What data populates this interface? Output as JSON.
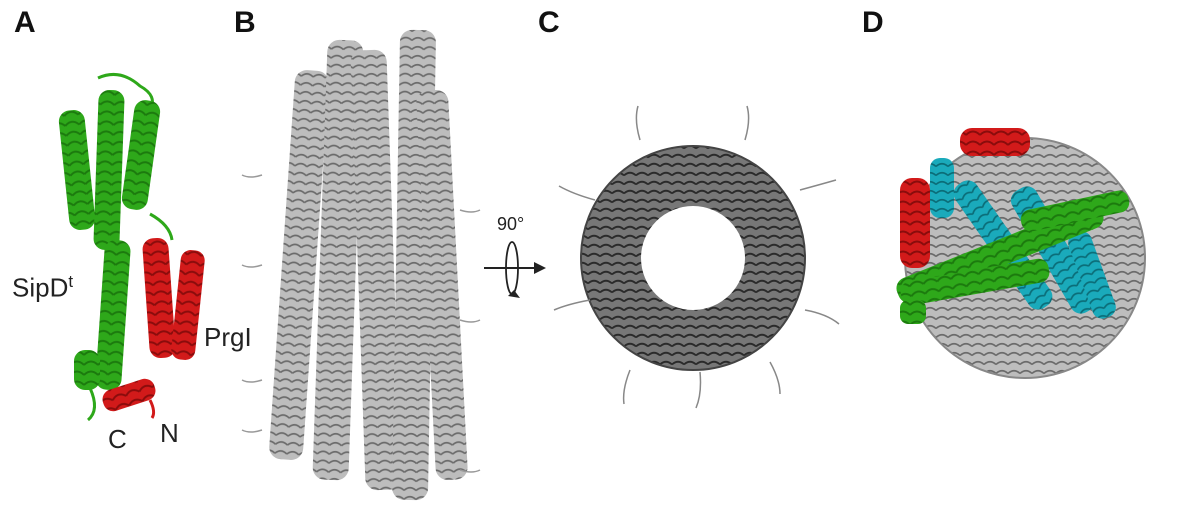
{
  "panels": [
    {
      "letter": "A"
    },
    {
      "letter": "B"
    },
    {
      "letter": "C"
    },
    {
      "letter": "D"
    }
  ],
  "labels": {
    "sipd": "SipD",
    "sipd_sup": "t",
    "prgi": "PrgI",
    "c_term": "C",
    "n_term": "N",
    "rotation": "90°"
  },
  "colors": {
    "sipd": "#2ea81a",
    "prgi": "#d21a1a",
    "needle_gray": "#8a8a8a",
    "dark_gray": "#3a3a3a",
    "cyan": "#1aaabb",
    "background": "#ffffff"
  }
}
